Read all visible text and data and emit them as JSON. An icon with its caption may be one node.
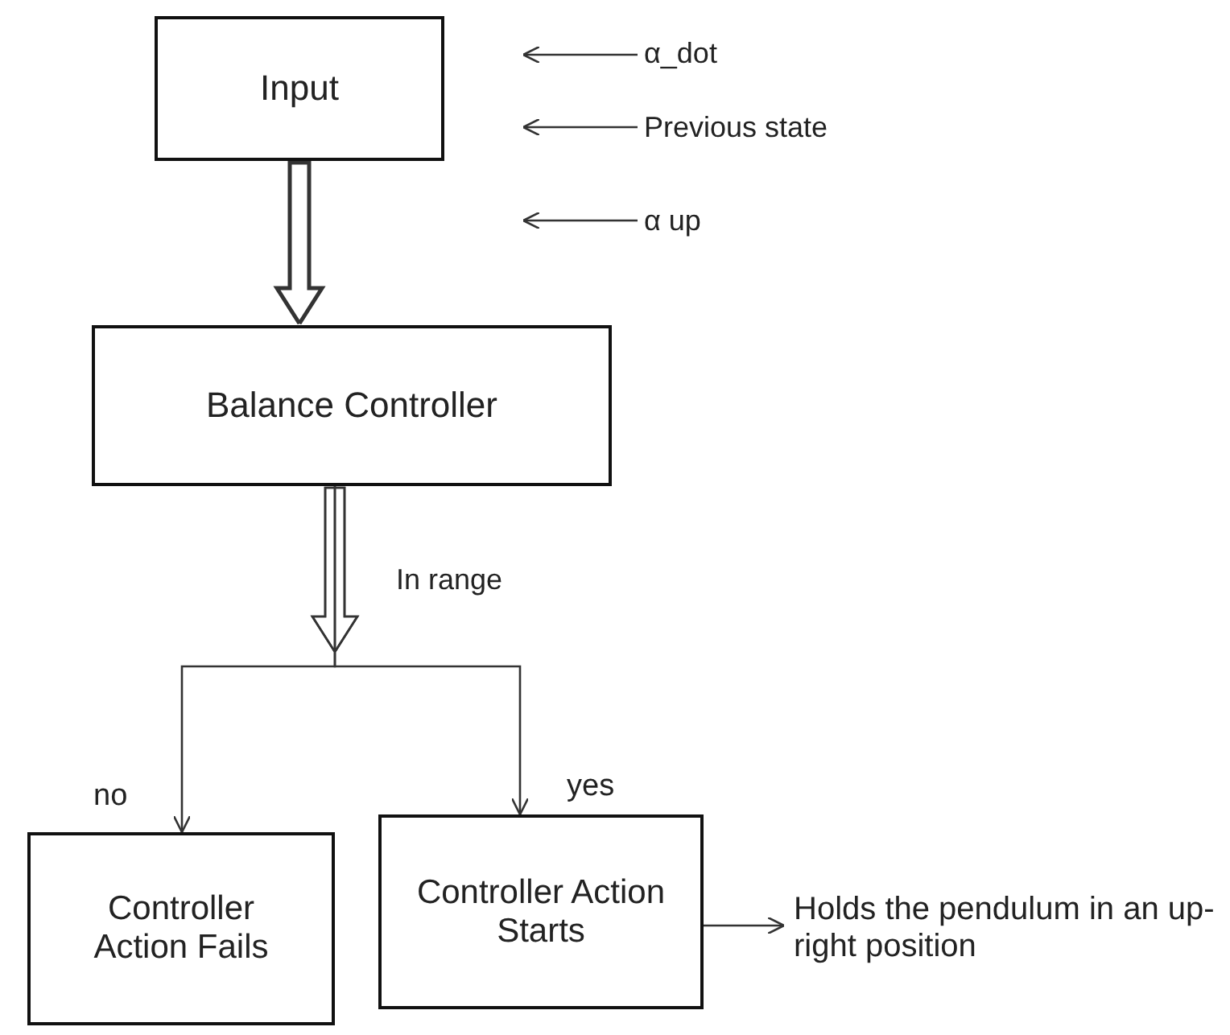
{
  "diagram": {
    "nodes": [
      {
        "text": [
          "Input"
        ]
      },
      {
        "text": [
          "Balance Controller"
        ]
      },
      {
        "text": [
          "Controller Action Fails"
        ]
      },
      {
        "text": [
          "Controller Action Starts"
        ]
      },
      {
        "text": [
          "α_dot"
        ]
      },
      {
        "text": [
          "Previous state"
        ]
      },
      {
        "text": [
          "α up"
        ]
      },
      {
        "text": [
          "Holds the pendulum in an up-right position"
        ]
      }
    ],
    "edges": [
      {
        "from": 0,
        "to": 1,
        "arrow": "to",
        "style": "thick"
      },
      {
        "from": 1,
        "to": 2,
        "arrow": "to",
        "label": "no"
      },
      {
        "from": 1,
        "to": 3,
        "arrow": "to",
        "label": "yes"
      },
      {
        "from": 3,
        "to": 7,
        "arrow": "to"
      },
      {
        "from": 4,
        "to": null,
        "arrow": "to"
      },
      {
        "from": 5,
        "to": null,
        "arrow": "to"
      },
      {
        "from": 6,
        "to": null,
        "arrow": "to"
      }
    ],
    "labels": [
      "In range"
    ]
  }
}
